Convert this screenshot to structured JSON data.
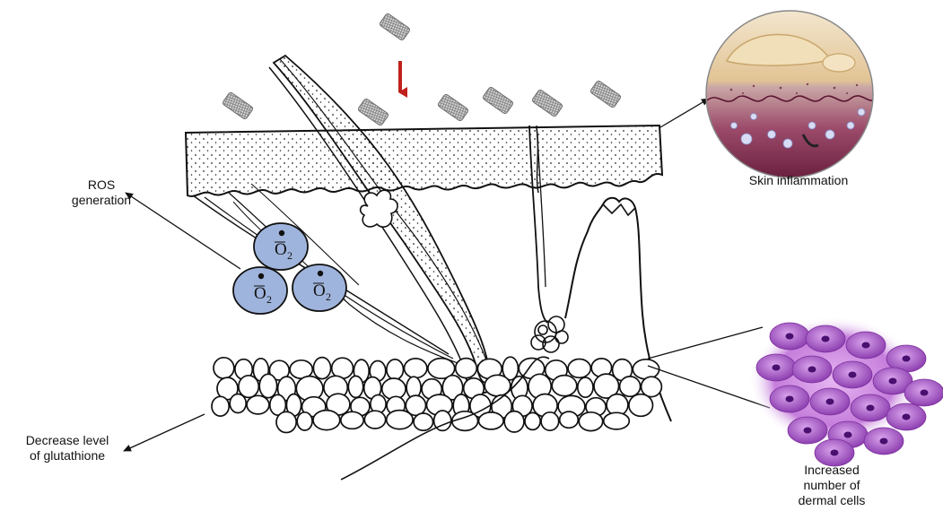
{
  "labels": {
    "ros_generation": "ROS\ngeneration",
    "skin_inflammation": "Skin inflammation",
    "decrease_glutathione": "Decrease level\nof glutathione",
    "increased_dermal_cells": "Increased\nnumber of\ndermal cells"
  },
  "colors": {
    "background": "#ffffff",
    "line": "#111111",
    "ros_cell_fill": "#9fb4dc",
    "arrow_red": "#c0211a",
    "nanotube": "#9a9a9a",
    "dermal_cell": "#a855c8",
    "inflammation_top": "#e9d3b0",
    "inflammation_bottom": "#7a2748"
  }
}
